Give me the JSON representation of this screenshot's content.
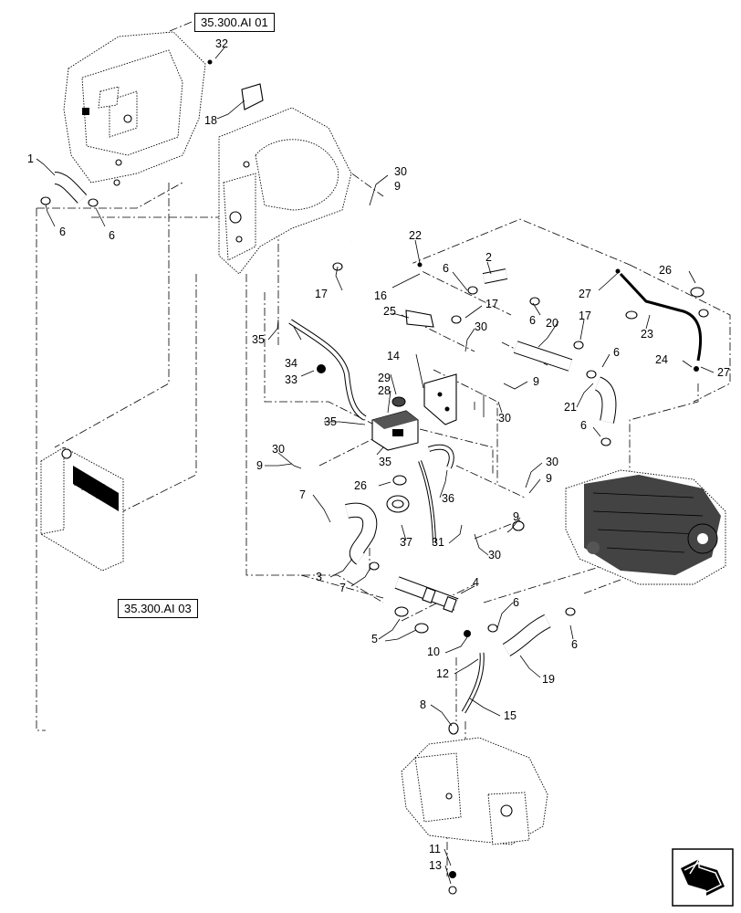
{
  "references": {
    "top": "35.300.AI 01",
    "bottom": "35.300.AI 03"
  },
  "callouts": [
    "1",
    "6",
    "6",
    "32",
    "18",
    "30",
    "9",
    "22",
    "2",
    "6",
    "17",
    "16",
    "25",
    "6",
    "17",
    "30",
    "27",
    "26",
    "23",
    "24",
    "27",
    "35",
    "34",
    "33",
    "14",
    "29",
    "28",
    "9",
    "30",
    "35",
    "35",
    "20",
    "17",
    "6",
    "21",
    "6",
    "30",
    "9",
    "26",
    "36",
    "30",
    "9",
    "7",
    "37",
    "31",
    "9",
    "30",
    "3",
    "7",
    "4",
    "6",
    "6",
    "5",
    "10",
    "12",
    "19",
    "8",
    "15",
    "11",
    "13"
  ],
  "icons": {
    "nav": "next-page-arrow-icon"
  }
}
